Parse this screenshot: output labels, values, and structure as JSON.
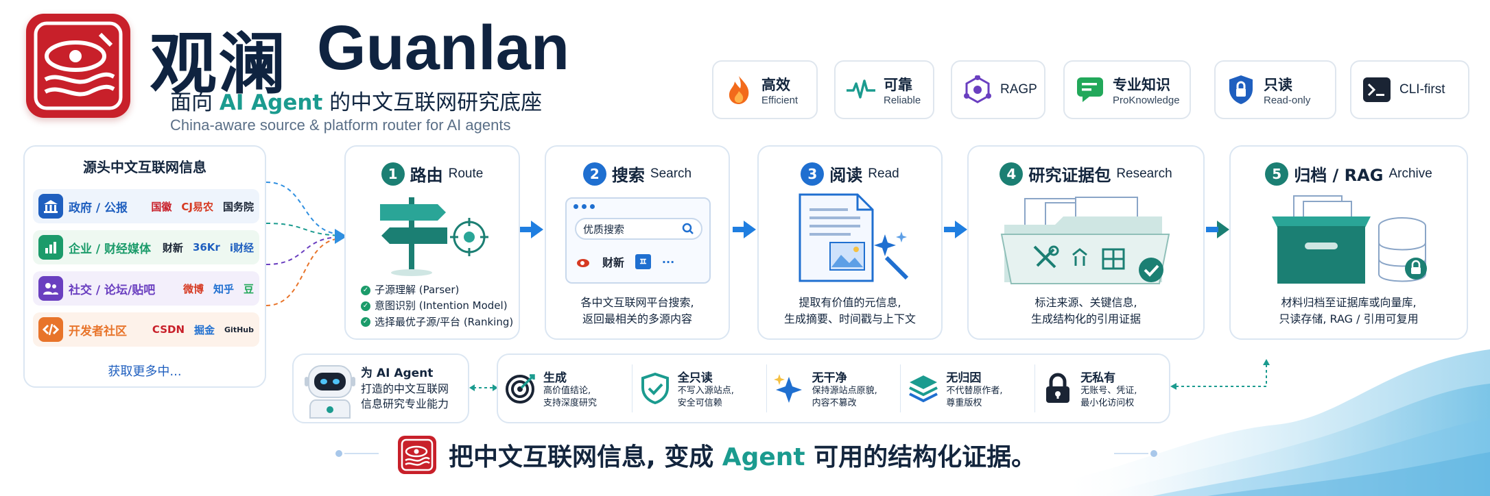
{
  "header": {
    "title_cn": "观澜",
    "title_en": "Guanlan",
    "tagline_pre": "面向 ",
    "tagline_hl": "AI Agent",
    "tagline_post": " 的中文互联网研究底座",
    "subtitle": "China-aware source & platform router for AI agents"
  },
  "badges": [
    {
      "icon": "flame-icon",
      "cn": "高效",
      "en": "Efficient"
    },
    {
      "icon": "pulse-icon",
      "cn": "可靠",
      "en": "Reliable"
    },
    {
      "icon": "network-icon",
      "cn": "",
      "en": "RAGP"
    },
    {
      "icon": "chat-icon",
      "cn": "专业知识",
      "en": "ProKnowledge"
    },
    {
      "icon": "shield-lock-icon",
      "cn": "只读",
      "en": "Read-only"
    },
    {
      "icon": "terminal-icon",
      "cn": "",
      "en": "CLI-first"
    }
  ],
  "sources": {
    "title": "源头中文互联网信息",
    "rows": [
      {
        "label": "政府 / 公报",
        "icon": "government-icon",
        "color": "#1f5fbf",
        "logos": [
          "国徽",
          "CJ易农",
          "国务院"
        ]
      },
      {
        "label": "企业 / 财经媒体",
        "icon": "chart-icon",
        "color": "#1b9b6a",
        "logos": [
          "财新",
          "36Kr",
          "i财经"
        ]
      },
      {
        "label": "社交 / 论坛/贴吧",
        "icon": "users-icon",
        "color": "#6a3fc0",
        "logos": [
          "微博",
          "知乎",
          "豆"
        ]
      },
      {
        "label": "开发者社区",
        "icon": "code-icon",
        "color": "#e8742a",
        "logos": [
          "CSDN",
          "掘金",
          "GitHub"
        ]
      }
    ],
    "more": "获取更多中..."
  },
  "steps": [
    {
      "num": "1",
      "cn": "路由",
      "en": "Route",
      "color": "#1b7f73",
      "bullets": [
        "子源理解 (Parser)",
        "意图识别 (Intention Model)",
        "选择最优子源/平台 (Ranking)"
      ]
    },
    {
      "num": "2",
      "cn": "搜索",
      "en": "Search",
      "color": "#1f6fd0",
      "search_placeholder": "优质搜索",
      "search_logos": [
        "财新",
        "ㅍ",
        "···"
      ],
      "desc": [
        "各中文互联网平台搜索,",
        "返回最相关的多源内容"
      ]
    },
    {
      "num": "3",
      "cn": "阅读",
      "en": "Read",
      "color": "#1f6fd0",
      "desc": [
        "提取有价值的元信息,",
        "生成摘要、时间戳与上下文"
      ]
    },
    {
      "num": "4",
      "cn": "研究证据包",
      "en": "Research",
      "color": "#1b7f73",
      "desc": [
        "标注来源、关键信息,",
        "生成结构化的引用证据"
      ]
    },
    {
      "num": "5",
      "cn": "归档 / RAG",
      "en": "Archive",
      "color": "#1b7f73",
      "desc": [
        "材料归档至证据库或向量库,",
        "只读存储, RAG / 引用可复用"
      ]
    }
  ],
  "agent": {
    "lines": [
      "为 AI Agent",
      "打造的中文互联网",
      "信息研究专业能力"
    ]
  },
  "principles": [
    {
      "icon": "target-icon",
      "title": "生成",
      "desc": [
        "高价值结论,",
        "支持深度研究"
      ]
    },
    {
      "icon": "shield-check-icon",
      "title": "全只读",
      "desc": [
        "不写入源站点,",
        "安全可信赖"
      ]
    },
    {
      "icon": "sparkle-icon",
      "title": "无干净",
      "desc": [
        "保持源站点原貌,",
        "内容不篡改"
      ]
    },
    {
      "icon": "layers-icon",
      "title": "无归因",
      "desc": [
        "不代替原作者,",
        "尊重版权"
      ]
    },
    {
      "icon": "lock-icon",
      "title": "无私有",
      "desc": [
        "无账号、凭证,",
        "最小化访问权"
      ]
    }
  ],
  "footer": {
    "pre": "把中文互联网信息, 变成 ",
    "hl": "Agent",
    "post": " 可用的结构化证据。"
  }
}
